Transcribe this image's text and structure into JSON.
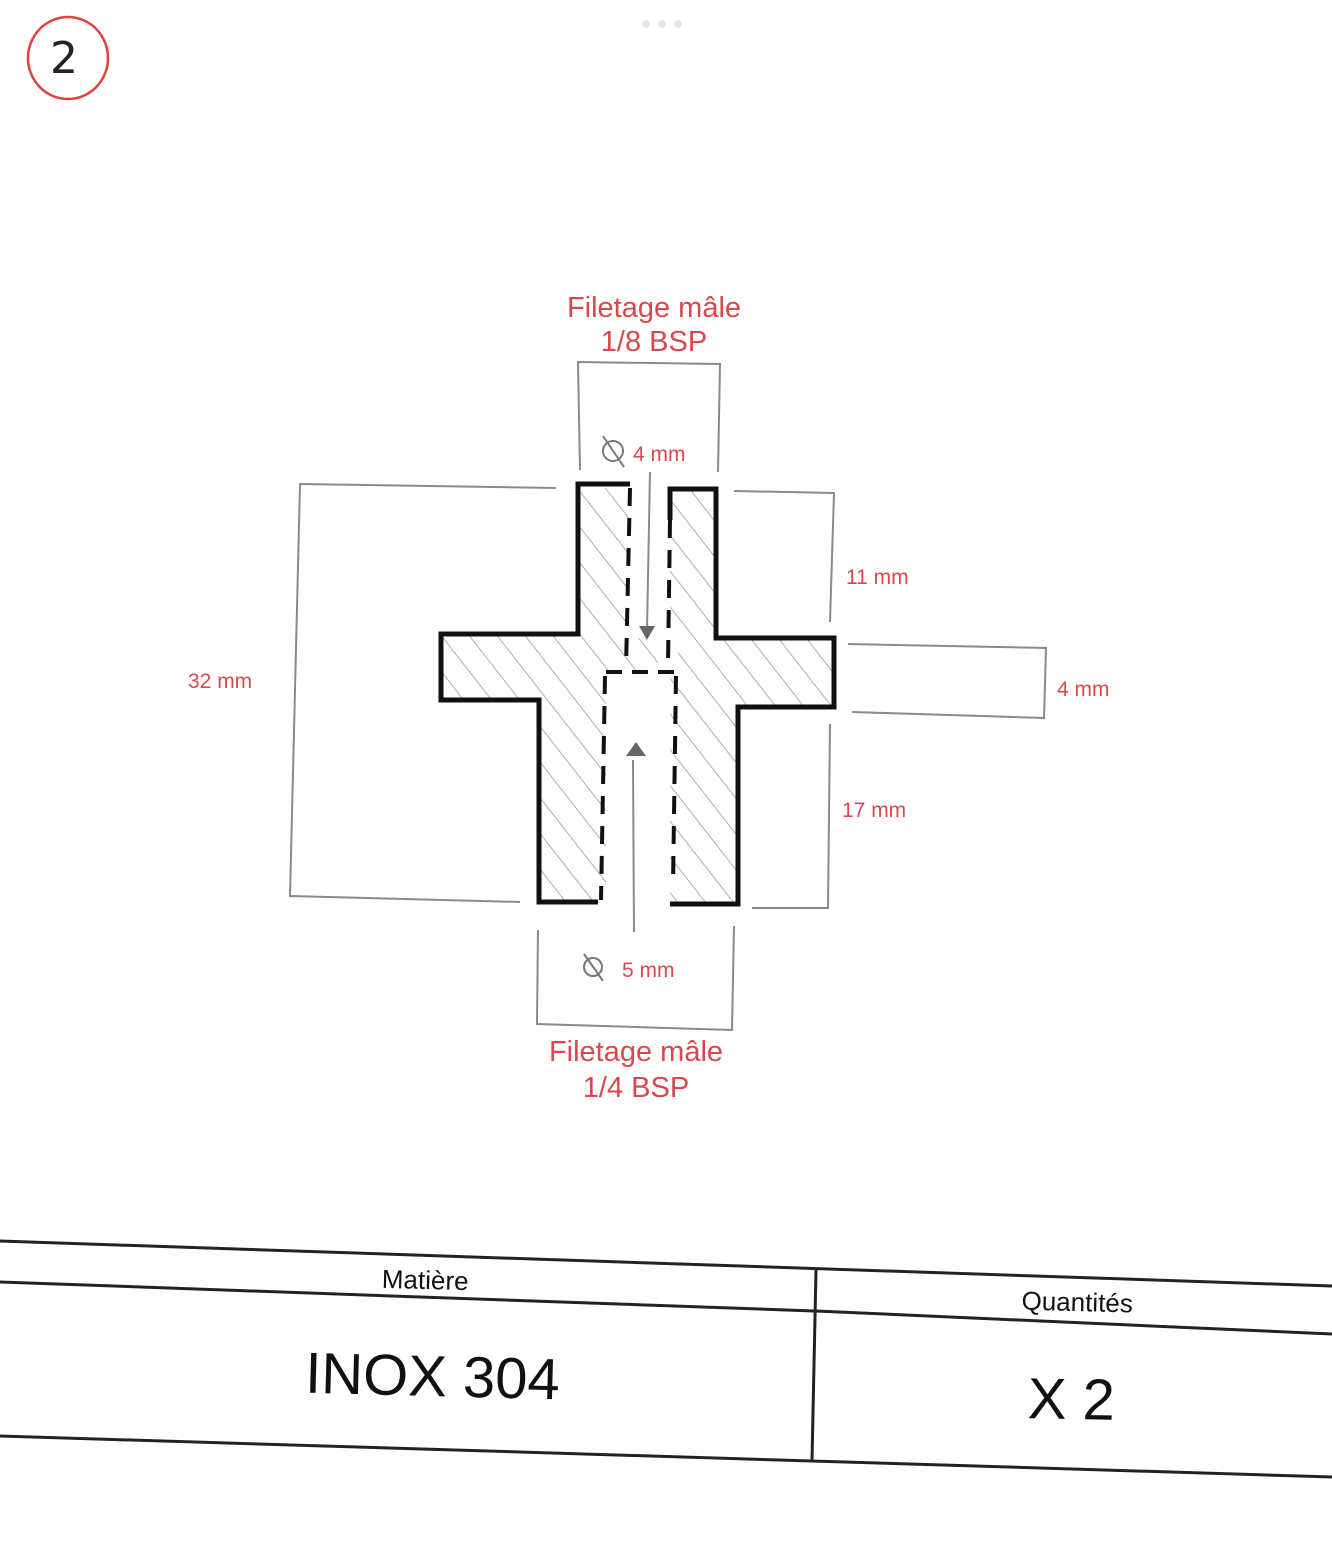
{
  "sheet": {
    "page_number": "2",
    "accent_color": "#d9484c"
  },
  "callouts": {
    "top_thread_line1": "Filetage mâle",
    "top_thread_line2": "1/8 BSP",
    "top_bore": "4 mm",
    "overall_height": "32 mm",
    "upper_length": "11 mm",
    "flange_thickness": "4 mm",
    "lower_length": "17 mm",
    "bottom_bore": "5 mm",
    "bottom_thread_line1": "Filetage mâle",
    "bottom_thread_line2": "1/4 BSP"
  },
  "symbols": {
    "diameter": "diameter-icon"
  },
  "title_block": {
    "material_header": "Matière",
    "material_value": "INOX 304",
    "quantity_header": "Quantités",
    "quantity_value": "X 2"
  }
}
